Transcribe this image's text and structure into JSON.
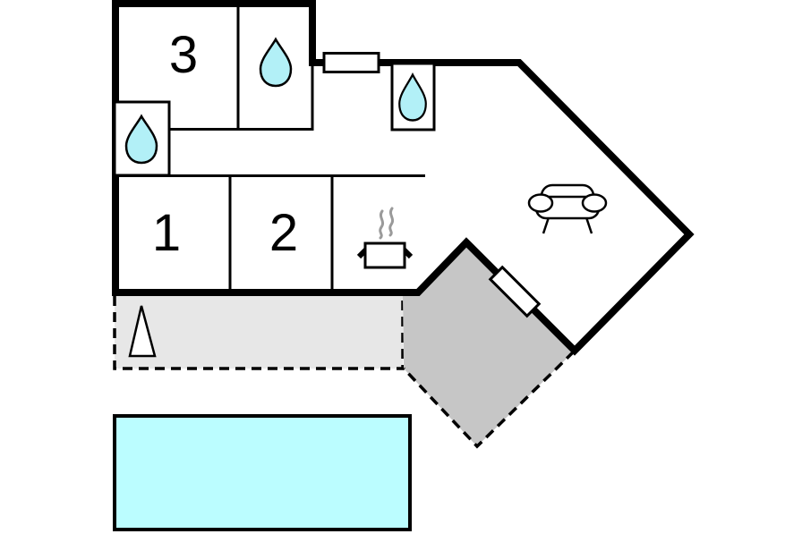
{
  "floorplan": {
    "kind": "holiday-home floor plan",
    "rooms": {
      "bedroom1": {
        "label": "1"
      },
      "bedroom2": {
        "label": "2"
      },
      "bedroom3": {
        "label": "3"
      }
    },
    "icons": {
      "water_drop": "teardrop",
      "sofa": "sofa",
      "cooking_pot": "pot-with-steam",
      "triangle": "triangle-marker",
      "window": "rect-on-wall",
      "door": "rotated-rect-on-wall"
    },
    "areas": {
      "pool": "swimming-pool",
      "terrace_light": "dashed-terrace",
      "terrace_dark": "diamond-terrace"
    }
  },
  "colors": {
    "wall": "#000000",
    "floor": "#ffffff",
    "water_drop": "#b2f0f7",
    "pool": "#bbfdff",
    "terrace_light": "#e7e7e7",
    "terrace_dark": "#c6c6c6",
    "steam": "#9a9a9a"
  }
}
